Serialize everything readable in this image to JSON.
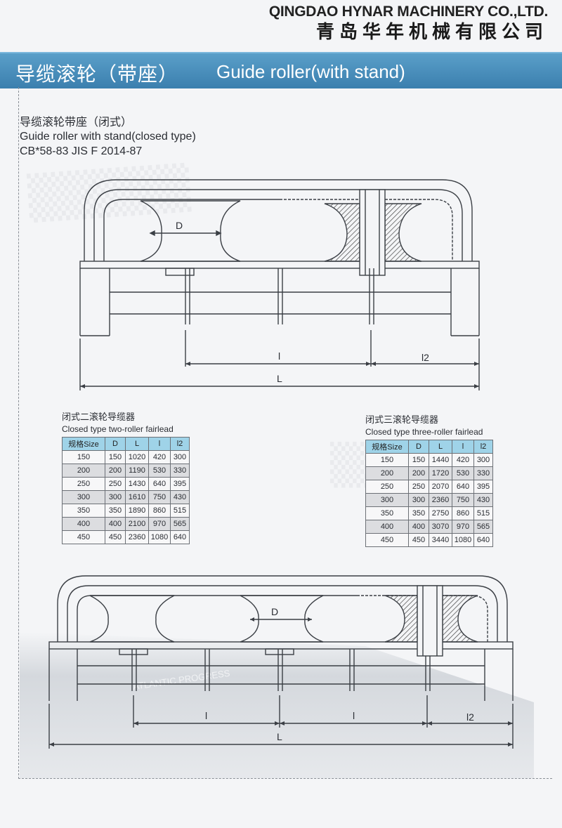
{
  "company": {
    "name_en": "QINGDAO HYNAR MACHINERY CO.,LTD.",
    "name_cn": "青岛华年机械有限公司"
  },
  "title": {
    "cn": "导缆滚轮（带座）",
    "en": "Guide roller(with stand)"
  },
  "product": {
    "name_cn": "导缆滚轮带座（闭式）",
    "name_en": "Guide roller with stand(closed type)",
    "standards": "CB*58-83  JIS F 2014-87"
  },
  "drawing_top": {
    "dim_D": "D",
    "dim_l": "l",
    "dim_l2": "l2",
    "dim_L": "L"
  },
  "drawing_bottom": {
    "dim_D": "D",
    "dim_l_1": "l",
    "dim_l_2": "l",
    "dim_l2": "l2",
    "dim_L": "L",
    "background_text": "ATLANTIC PROGRESS"
  },
  "table_two": {
    "caption_cn": "闭式二滚轮导缆器",
    "caption_en": "Closed type two-roller fairlead",
    "headers": [
      "规格Size",
      "D",
      "L",
      "l",
      "l2"
    ],
    "rows": [
      [
        "150",
        "150",
        "1020",
        "420",
        "300"
      ],
      [
        "200",
        "200",
        "1190",
        "530",
        "330"
      ],
      [
        "250",
        "250",
        "1430",
        "640",
        "395"
      ],
      [
        "300",
        "300",
        "1610",
        "750",
        "430"
      ],
      [
        "350",
        "350",
        "1890",
        "860",
        "515"
      ],
      [
        "400",
        "400",
        "2100",
        "970",
        "565"
      ],
      [
        "450",
        "450",
        "2360",
        "1080",
        "640"
      ]
    ]
  },
  "table_three": {
    "caption_cn": "闭式三滚轮导缆器",
    "caption_en": "Closed type three-roller fairlead",
    "headers": [
      "规格Size",
      "D",
      "L",
      "l",
      "l2"
    ],
    "rows": [
      [
        "150",
        "150",
        "1440",
        "420",
        "300"
      ],
      [
        "200",
        "200",
        "1720",
        "530",
        "330"
      ],
      [
        "250",
        "250",
        "2070",
        "640",
        "395"
      ],
      [
        "300",
        "300",
        "2360",
        "750",
        "430"
      ],
      [
        "350",
        "350",
        "2750",
        "860",
        "515"
      ],
      [
        "400",
        "400",
        "3070",
        "970",
        "565"
      ],
      [
        "450",
        "450",
        "3440",
        "1080",
        "640"
      ]
    ]
  }
}
